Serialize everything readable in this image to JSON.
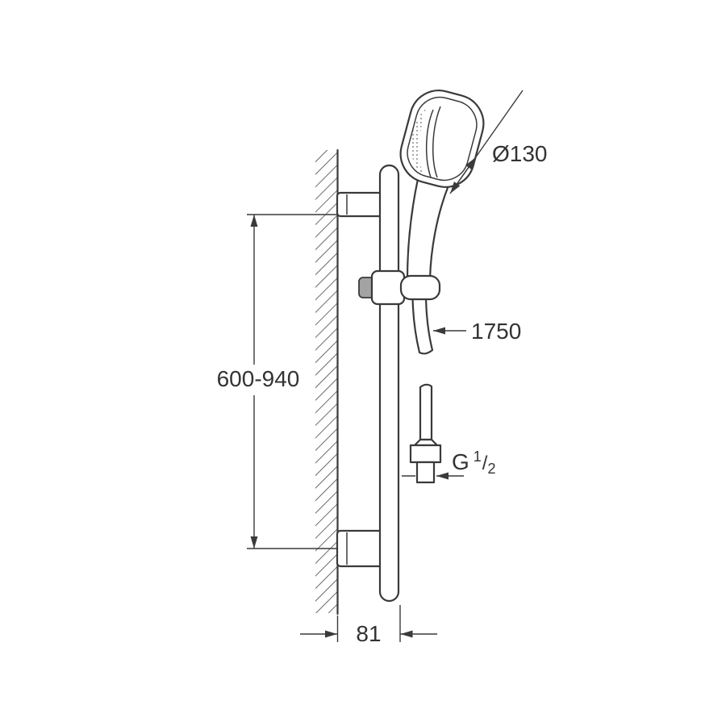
{
  "labels": {
    "head_diameter": "Ø130",
    "hose_length": "1750",
    "rail_height_range": "600-940",
    "wall_offset": "81",
    "thread": {
      "prefix": "G",
      "numerator": "1",
      "slash": "/",
      "denominator": "2"
    }
  },
  "colors": {
    "line": "#3a3a3a",
    "text": "#333333",
    "background": "#ffffff"
  }
}
